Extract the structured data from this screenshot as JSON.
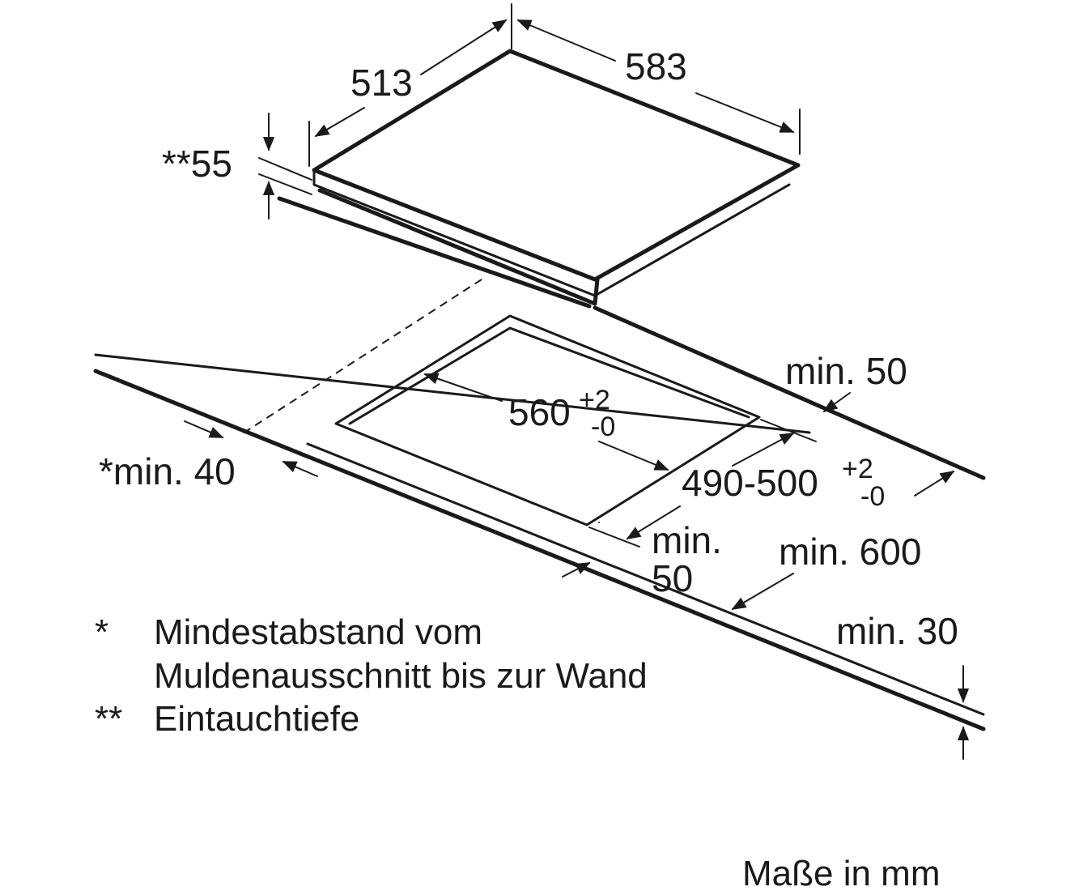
{
  "dimensions": {
    "depth": "513",
    "width": "583",
    "installation_depth": "**55",
    "cutout_width": "560",
    "cutout_width_tol_plus": "+2",
    "cutout_width_tol_minus": "-0",
    "cutout_depth": "490-500",
    "cutout_depth_tol_plus": "+2",
    "cutout_depth_tol_minus": "-0",
    "rear_clearance": "min. 50",
    "wall_clearance": "*min. 40",
    "front_clearance_line1": "min.",
    "front_clearance_line2": "50",
    "worktop_depth": "min. 600",
    "worktop_thickness": "min. 30"
  },
  "notes": [
    {
      "mark": "*",
      "lines": [
        "Mindestabstand vom",
        "Muldenausschnitt bis zur Wand"
      ]
    },
    {
      "mark": "**",
      "lines": [
        "Eintauchtiefe"
      ]
    }
  ],
  "units_label": "Maße in mm"
}
